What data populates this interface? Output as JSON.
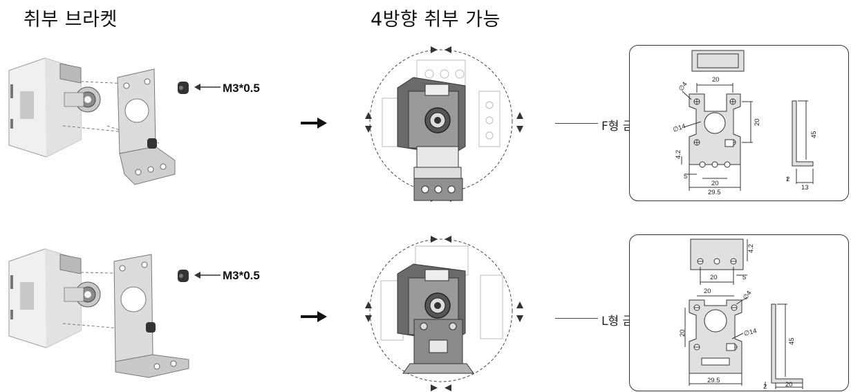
{
  "headings": {
    "left": "취부 브라켓",
    "middle": "4방향 취부 가능"
  },
  "rows": [
    {
      "screw_label": "M3*0.5",
      "bracket_type_label": "F형 금구",
      "dims": {
        "top_width": "20",
        "height": "20",
        "length": "45",
        "offset": "4.2",
        "hole_dia": "∅4",
        "bore_dia": "∅14",
        "edge": "5",
        "bottom_span": "20",
        "total_width": "29.5",
        "thickness": "2",
        "leg": "13"
      }
    },
    {
      "screw_label": "M3*0.5",
      "bracket_type_label": "L형 금구",
      "dims": {
        "top_width": "20",
        "height": "20",
        "length": "45",
        "offset": "4.2",
        "hole_dia": "∅4",
        "bore_dia": "∅14",
        "edge": "5",
        "bottom_span": "20",
        "total_width": "29.5",
        "thickness": "2",
        "leg": "20"
      }
    }
  ],
  "colors": {
    "ink": "#1a1a1a",
    "metal_light": "#d9d9d9",
    "metal_mid": "#a8a8a8",
    "metal_dark": "#6b6b6b",
    "module_body": "#eeeeee"
  }
}
